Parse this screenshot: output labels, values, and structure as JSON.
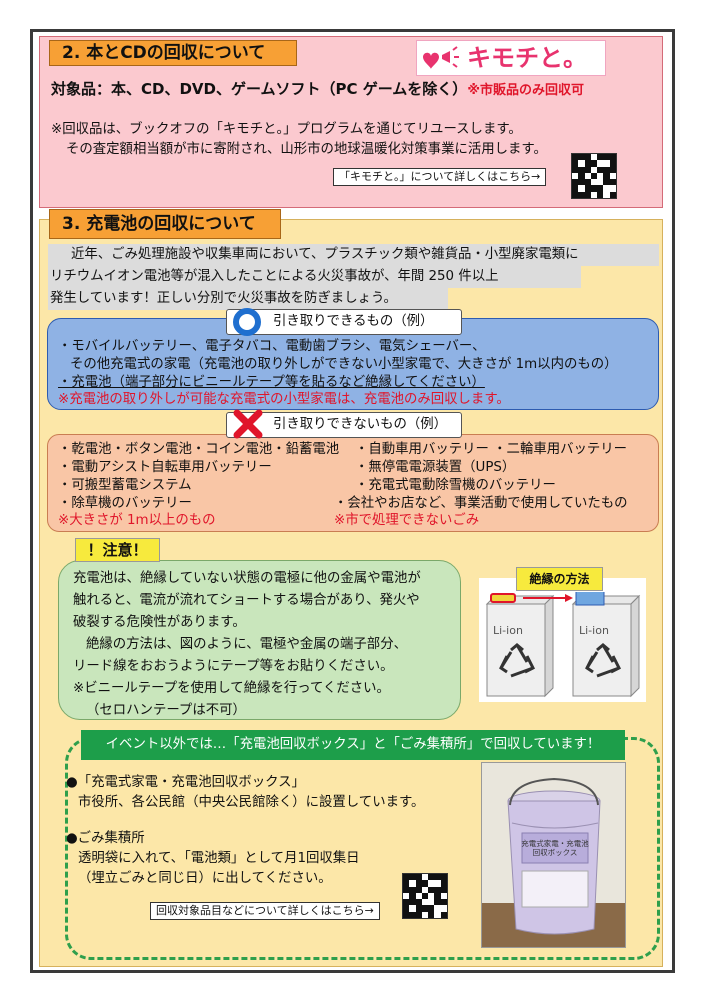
{
  "sec2": {
    "heading": "2. 本とCDの回収について",
    "logo_text": "キモチと。",
    "target_label": "対象品：本、CD、DVD、ゲームソフト（PC ゲームを除く）",
    "target_note": "※市販品のみ回収可",
    "note_line1": "※回収品は、ブックオフの「キモチと。」プログラムを通じてリユースします。",
    "note_line2": "その査定額相当額が市に寄附され、山形市の地球温暖化対策事業に活用します。",
    "link": "「キモチと。」について詳しくはこちら→"
  },
  "sec3": {
    "heading": "3. 充電池の回収について",
    "intro_line1": "近年、ごみ処理施設や収集車両において、プラスチック類や雑貨品・小型廃家電類に",
    "intro_line2": "リチウムイオン電池等が混入したことによる火災事故が、年間 250 件以上",
    "intro_line3": "発生しています！正しい分別で火災事故を防ぎましょう。",
    "accept_title": "引き取りできるもの（例）",
    "accept_line1": "・モバイルバッテリー、電子タバコ、電動歯ブラシ、電気シェーバー、",
    "accept_line2": "その他充電式の家電（充電池の取り外しができない小型家電で、大きさが 1m以内のもの）",
    "accept_line3": "・充電池（端子部分にビニールテープ等を貼るなど絶縁してください）",
    "accept_note": "※充電池の取り外しが可能な充電式の小型家電は、充電池のみ回収します。",
    "reject_title": "引き取りできないもの（例）",
    "reject_left": [
      "・乾電池・ボタン電池・コイン電池・鉛蓄電池",
      "・電動アシスト自転車用バッテリー",
      "・可搬型蓄電システム",
      "・除草機のバッテリー"
    ],
    "reject_left_note": "※大きさが 1m以上のもの",
    "reject_right": [
      "・自動車用バッテリー ・二輪車用バッテリー",
      "・無停電電源装置（UPS）",
      "・充電式電動除雪機のバッテリー",
      "・会社やお店など、事業活動で使用していたもの"
    ],
    "reject_right_note": "※市で処理できないごみ",
    "caution_label": "！注意！",
    "caution_lines": [
      "充電池は、絶縁していない状態の電極に他の金属や電池が",
      "触れると、電流が流れてショートする場合があり、発火や",
      "破裂する危険性があります。",
      "絶縁の方法は、図のように、電極や金属の端子部分、",
      "リード線をおおうようにテープ等をお貼りください。",
      "※ビニールテープを使用して絶縁を行ってください。",
      "（セロハンテープは不可）"
    ],
    "insulation_title": "絶縁の方法",
    "battery_label_left": "Li-ion",
    "battery_label_right": "Li-ion",
    "event_banner": "イベント以外では…「充電池回収ボックス」と「ごみ集積所」で回収しています！",
    "box_title": "●「充電式家電・充電池回収ボックス」",
    "box_desc": "市役所、各公民館（中央公民館除く）に設置しています。",
    "station_title": "●ごみ集積所",
    "station_line1": "透明袋に入れて、「電池類」として月1回収集日",
    "station_line2": "（埋立ごみと同じ日）に出してください。",
    "link": "回収対象品目などについて詳しくはこちら→",
    "bucket_label1": "充電式家電・充電池",
    "bucket_label2": "回収ボックス"
  },
  "colors": {
    "pink_bg": "#fbc9cf",
    "orange_head": "#f7a035",
    "cream_bg": "#fce7a8",
    "blue_box": "#8fb2e4",
    "salmon_box": "#f9c6a6",
    "green_box": "#c9e6bc",
    "green_banner": "#1d9e4a",
    "red_text": "#e0152a"
  },
  "icons": [
    "heart-megaphone-icon",
    "circle-icon",
    "cross-icon",
    "recycle-icon",
    "qr-code-icon",
    "tape-icon"
  ]
}
